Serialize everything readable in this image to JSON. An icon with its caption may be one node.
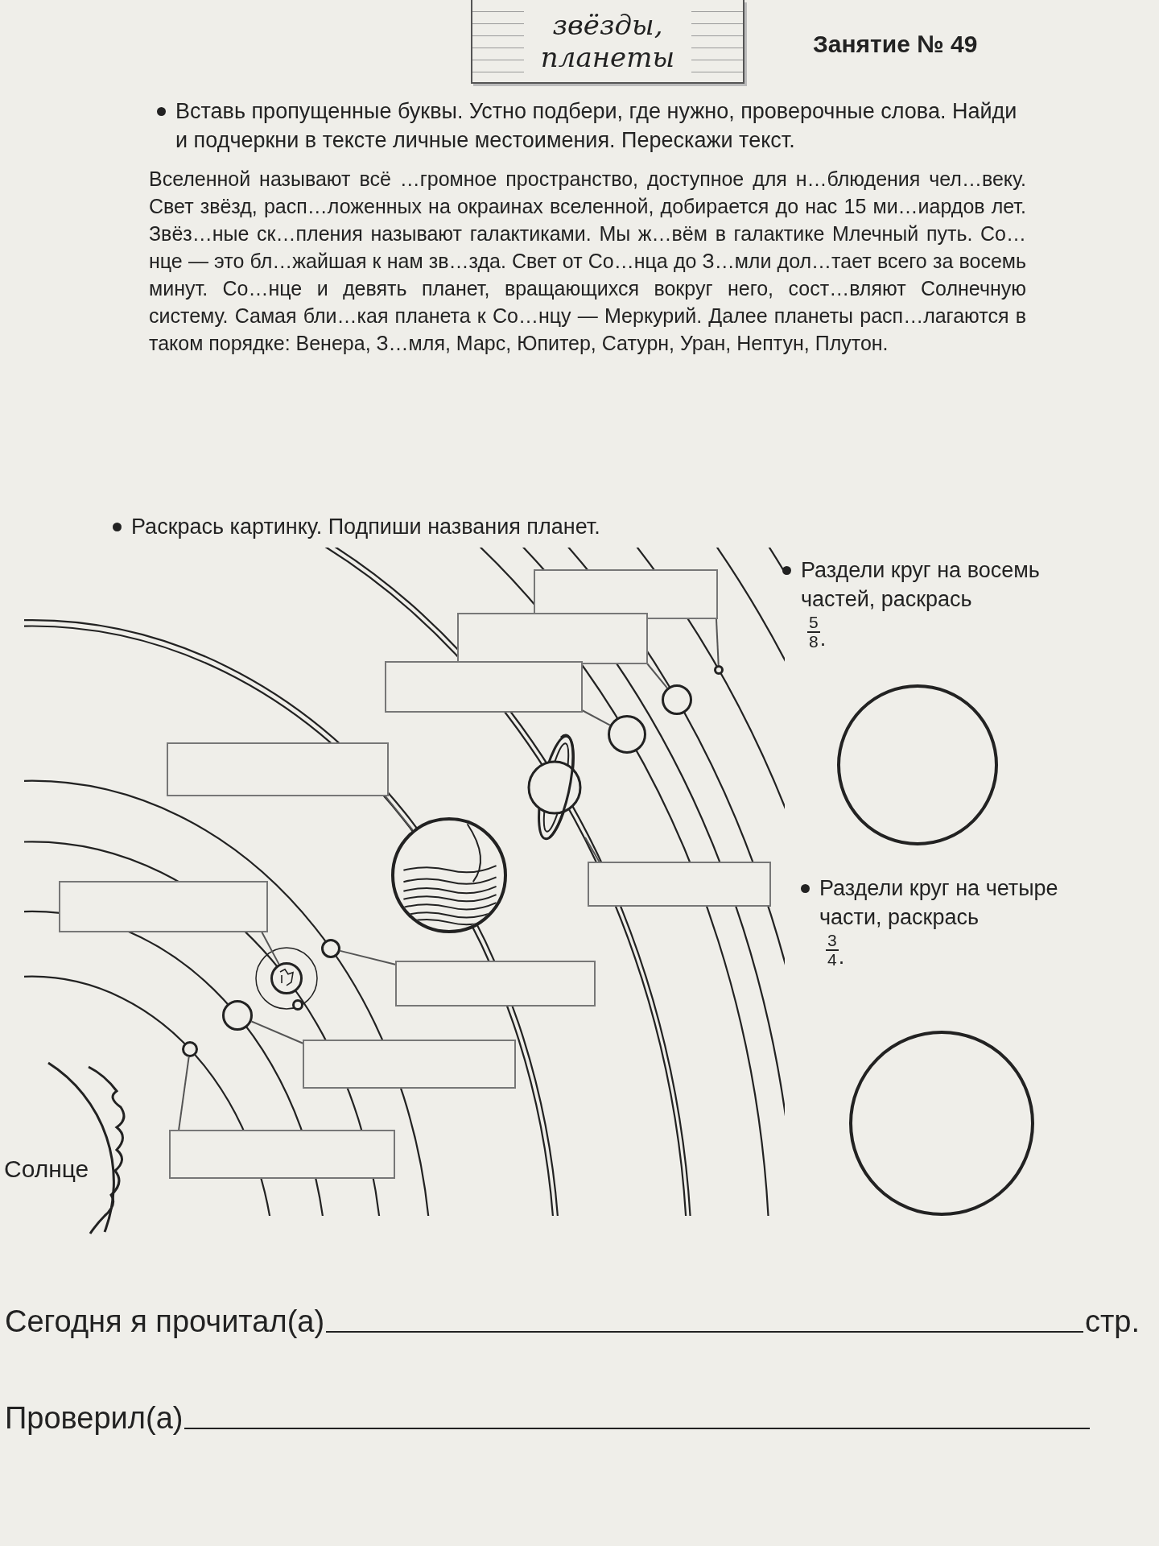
{
  "diagram": {
    "nodes": [
      {
        "text": [],
        "shape": "box"
      },
      {
        "text": [],
        "shape": "box"
      },
      {
        "text": [],
        "shape": "box"
      },
      {
        "text": [],
        "shape": "box"
      },
      {
        "text": [],
        "shape": "box"
      },
      {
        "text": [],
        "shape": "box"
      },
      {
        "text": [],
        "shape": "box"
      },
      {
        "text": [],
        "shape": "box"
      },
      {
        "text": [],
        "shape": "box"
      },
      {
        "text": [],
        "shape": "circle"
      },
      {
        "text": [],
        "shape": "circle"
      },
      {
        "text": [],
        "shape": "circle"
      },
      {
        "text": [],
        "shape": "picture"
      },
      {
        "text": [],
        "shape": "circle"
      },
      {
        "text": [],
        "shape": "circle"
      },
      {
        "text": [],
        "shape": "circle"
      },
      {
        "text": [],
        "shape": "circle"
      },
      {
        "text": [],
        "shape": "circle"
      },
      {
        "text": [],
        "shape": "circle"
      },
      {
        "text": [],
        "shape": "circle"
      },
      {
        "text": [],
        "shape": "circle"
      }
    ],
    "edges": [
      {
        "from": 0,
        "to": 9,
        "arrow": "none"
      },
      {
        "from": 1,
        "to": 10,
        "arrow": "none"
      },
      {
        "from": 2,
        "to": 11,
        "arrow": "none"
      },
      {
        "from": 3,
        "to": 13,
        "arrow": "none"
      },
      {
        "from": 4,
        "to": 12,
        "arrow": "none"
      },
      {
        "from": 5,
        "to": 15,
        "arrow": "none"
      },
      {
        "from": 6,
        "to": 14,
        "arrow": "none"
      },
      {
        "from": 7,
        "to": 17,
        "arrow": "none"
      },
      {
        "from": 8,
        "to": 18,
        "arrow": "none"
      }
    ],
    "labels": [
      "звёзды, планеты",
      "Занятие № 49",
      "Вставь пропущенные буквы. Устно подбери, где нужно, проверочные слова. Найди и подчеркни в тексте личные местоимения. Перескажи текст.",
      "Вселенной называют всё …громное пространство, доступное для н…блюдения чел…веку. Свет звёзд, расп…ложенных на окраинах вселенной, добирается до нас 15 ми…иардов лет. Звёз…ные ск…пления называют галактиками. Мы ж…вём в галактике Млечный путь. Со…нце — это бл…жайшая к нам зв…зда. Свет от Со…нца до З…мли дол…тает всего за восемь минут. Со…нце и девять планет, вращающихся вокруг него, сост…вляют Солнечную систему. Самая бли…кая планета к Со…нцу — Меркурий. Далее планеты расп…лагаются в таком порядке: Венера, З…мля, Марс, Юпитер, Сатурн, Уран, Нептун, Плутон.",
      "Раскрась картинку. Подпиши названия планет.",
      "Раздели круг на восемь частей, раскрась",
      "5",
      "8",
      ".",
      "Солнце",
      "Раздели круг на четыре части, раскрась",
      "3",
      "4",
      ".",
      "Сегодня я прочитал(а)",
      "стр.",
      "Проверил(а)"
    ]
  }
}
